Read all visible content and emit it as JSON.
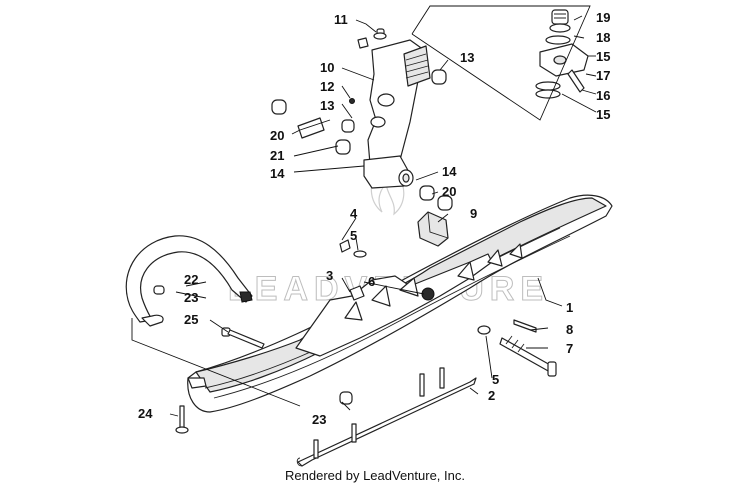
{
  "callouts": [
    {
      "id": "c1",
      "label": "1"
    },
    {
      "id": "c2",
      "label": "2"
    },
    {
      "id": "c3",
      "label": "3"
    },
    {
      "id": "c4",
      "label": "4"
    },
    {
      "id": "c5a",
      "label": "5"
    },
    {
      "id": "c5b",
      "label": "5"
    },
    {
      "id": "c6",
      "label": "6"
    },
    {
      "id": "c7",
      "label": "7"
    },
    {
      "id": "c8",
      "label": "8"
    },
    {
      "id": "c9",
      "label": "9"
    },
    {
      "id": "c10",
      "label": "10"
    },
    {
      "id": "c11",
      "label": "11"
    },
    {
      "id": "c12",
      "label": "12"
    },
    {
      "id": "c13a",
      "label": "13"
    },
    {
      "id": "c13b",
      "label": "13"
    },
    {
      "id": "c14a",
      "label": "14"
    },
    {
      "id": "c14b",
      "label": "14"
    },
    {
      "id": "c15a",
      "label": "15"
    },
    {
      "id": "c15b",
      "label": "15"
    },
    {
      "id": "c16",
      "label": "16"
    },
    {
      "id": "c17",
      "label": "17"
    },
    {
      "id": "c18",
      "label": "18"
    },
    {
      "id": "c19",
      "label": "19"
    },
    {
      "id": "c20a",
      "label": "20"
    },
    {
      "id": "c20b",
      "label": "20"
    },
    {
      "id": "c21",
      "label": "21"
    },
    {
      "id": "c22",
      "label": "22"
    },
    {
      "id": "c23a",
      "label": "23"
    },
    {
      "id": "c23b",
      "label": "23"
    },
    {
      "id": "c24",
      "label": "24"
    },
    {
      "id": "c25",
      "label": "25"
    }
  ],
  "watermark": "LEADVENTURE",
  "credit": "Rendered by LeadVenture, Inc."
}
